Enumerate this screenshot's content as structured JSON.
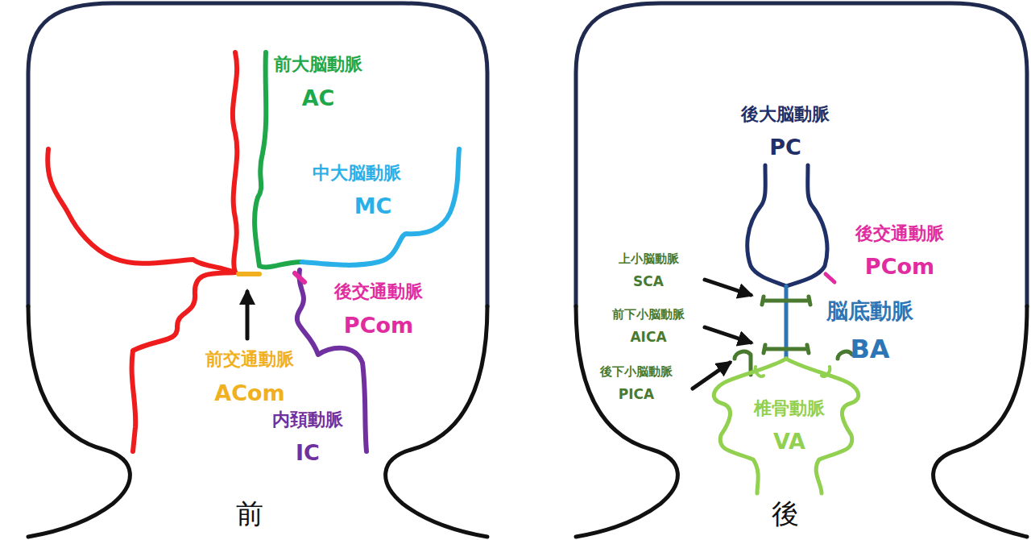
{
  "diagram": {
    "labels": [
      "前大脳動脈",
      "AC",
      "中大脳動脈",
      "MC",
      "後交通動脈",
      "PCom",
      "前交通動脈",
      "ACom",
      "内頚動脈",
      "IC",
      "前",
      "後大脳動脈",
      "PC",
      "後交通動脈",
      "PCom",
      "上小脳動脈",
      "SCA",
      "脳底動脈",
      "BA",
      "前下小脳動脈",
      "AICA",
      "後下小脳動脈",
      "PICA",
      "椎骨動脈",
      "VA",
      "後"
    ]
  }
}
